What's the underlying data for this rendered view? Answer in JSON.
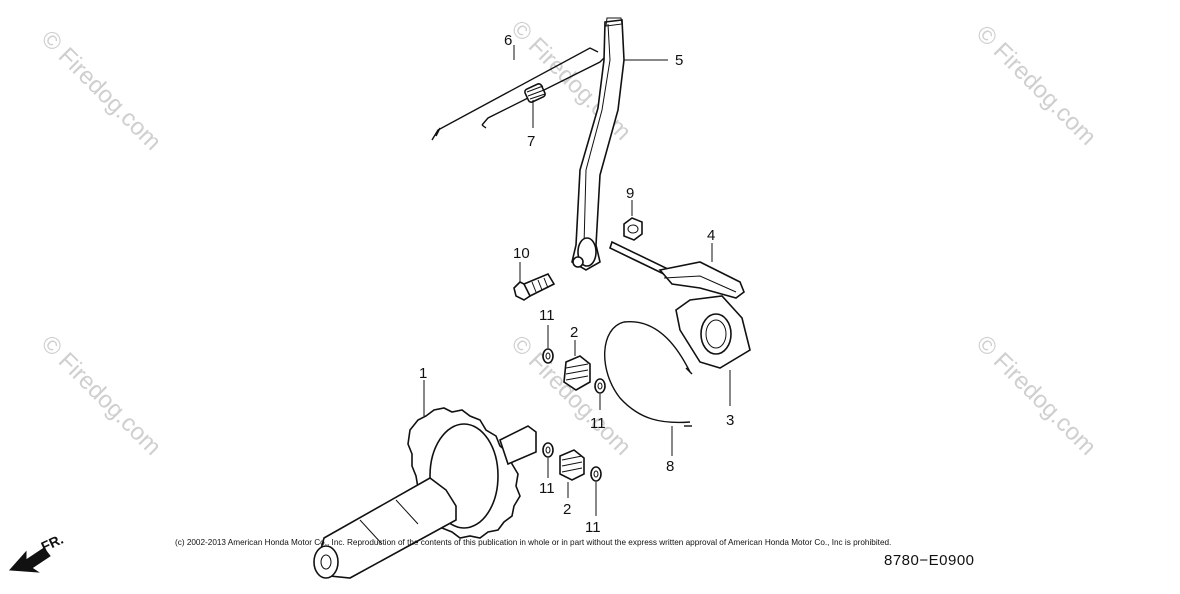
{
  "watermarks": {
    "brand": "© Firedog.com"
  },
  "callouts": {
    "c1": "1",
    "c2a": "2",
    "c2b": "2",
    "c3": "3",
    "c4": "4",
    "c5": "5",
    "c6": "6",
    "c7": "7",
    "c8": "8",
    "c9": "9",
    "c10": "10",
    "c11a": "11",
    "c11b": "11",
    "c11c": "11",
    "c11d": "11"
  },
  "direction": {
    "label": "FR."
  },
  "footer": {
    "copyright": "(c) 2002-2013 American Honda Motor Co., Inc. Reproduction of the contents of this publication in whole or in part without the express written approval of American Honda Motor Co., Inc is prohibited.",
    "diagram_code": "8780−E0900"
  },
  "colors": {
    "line": "#111111",
    "watermark": "#cfcfcf",
    "background": "#ffffff"
  }
}
